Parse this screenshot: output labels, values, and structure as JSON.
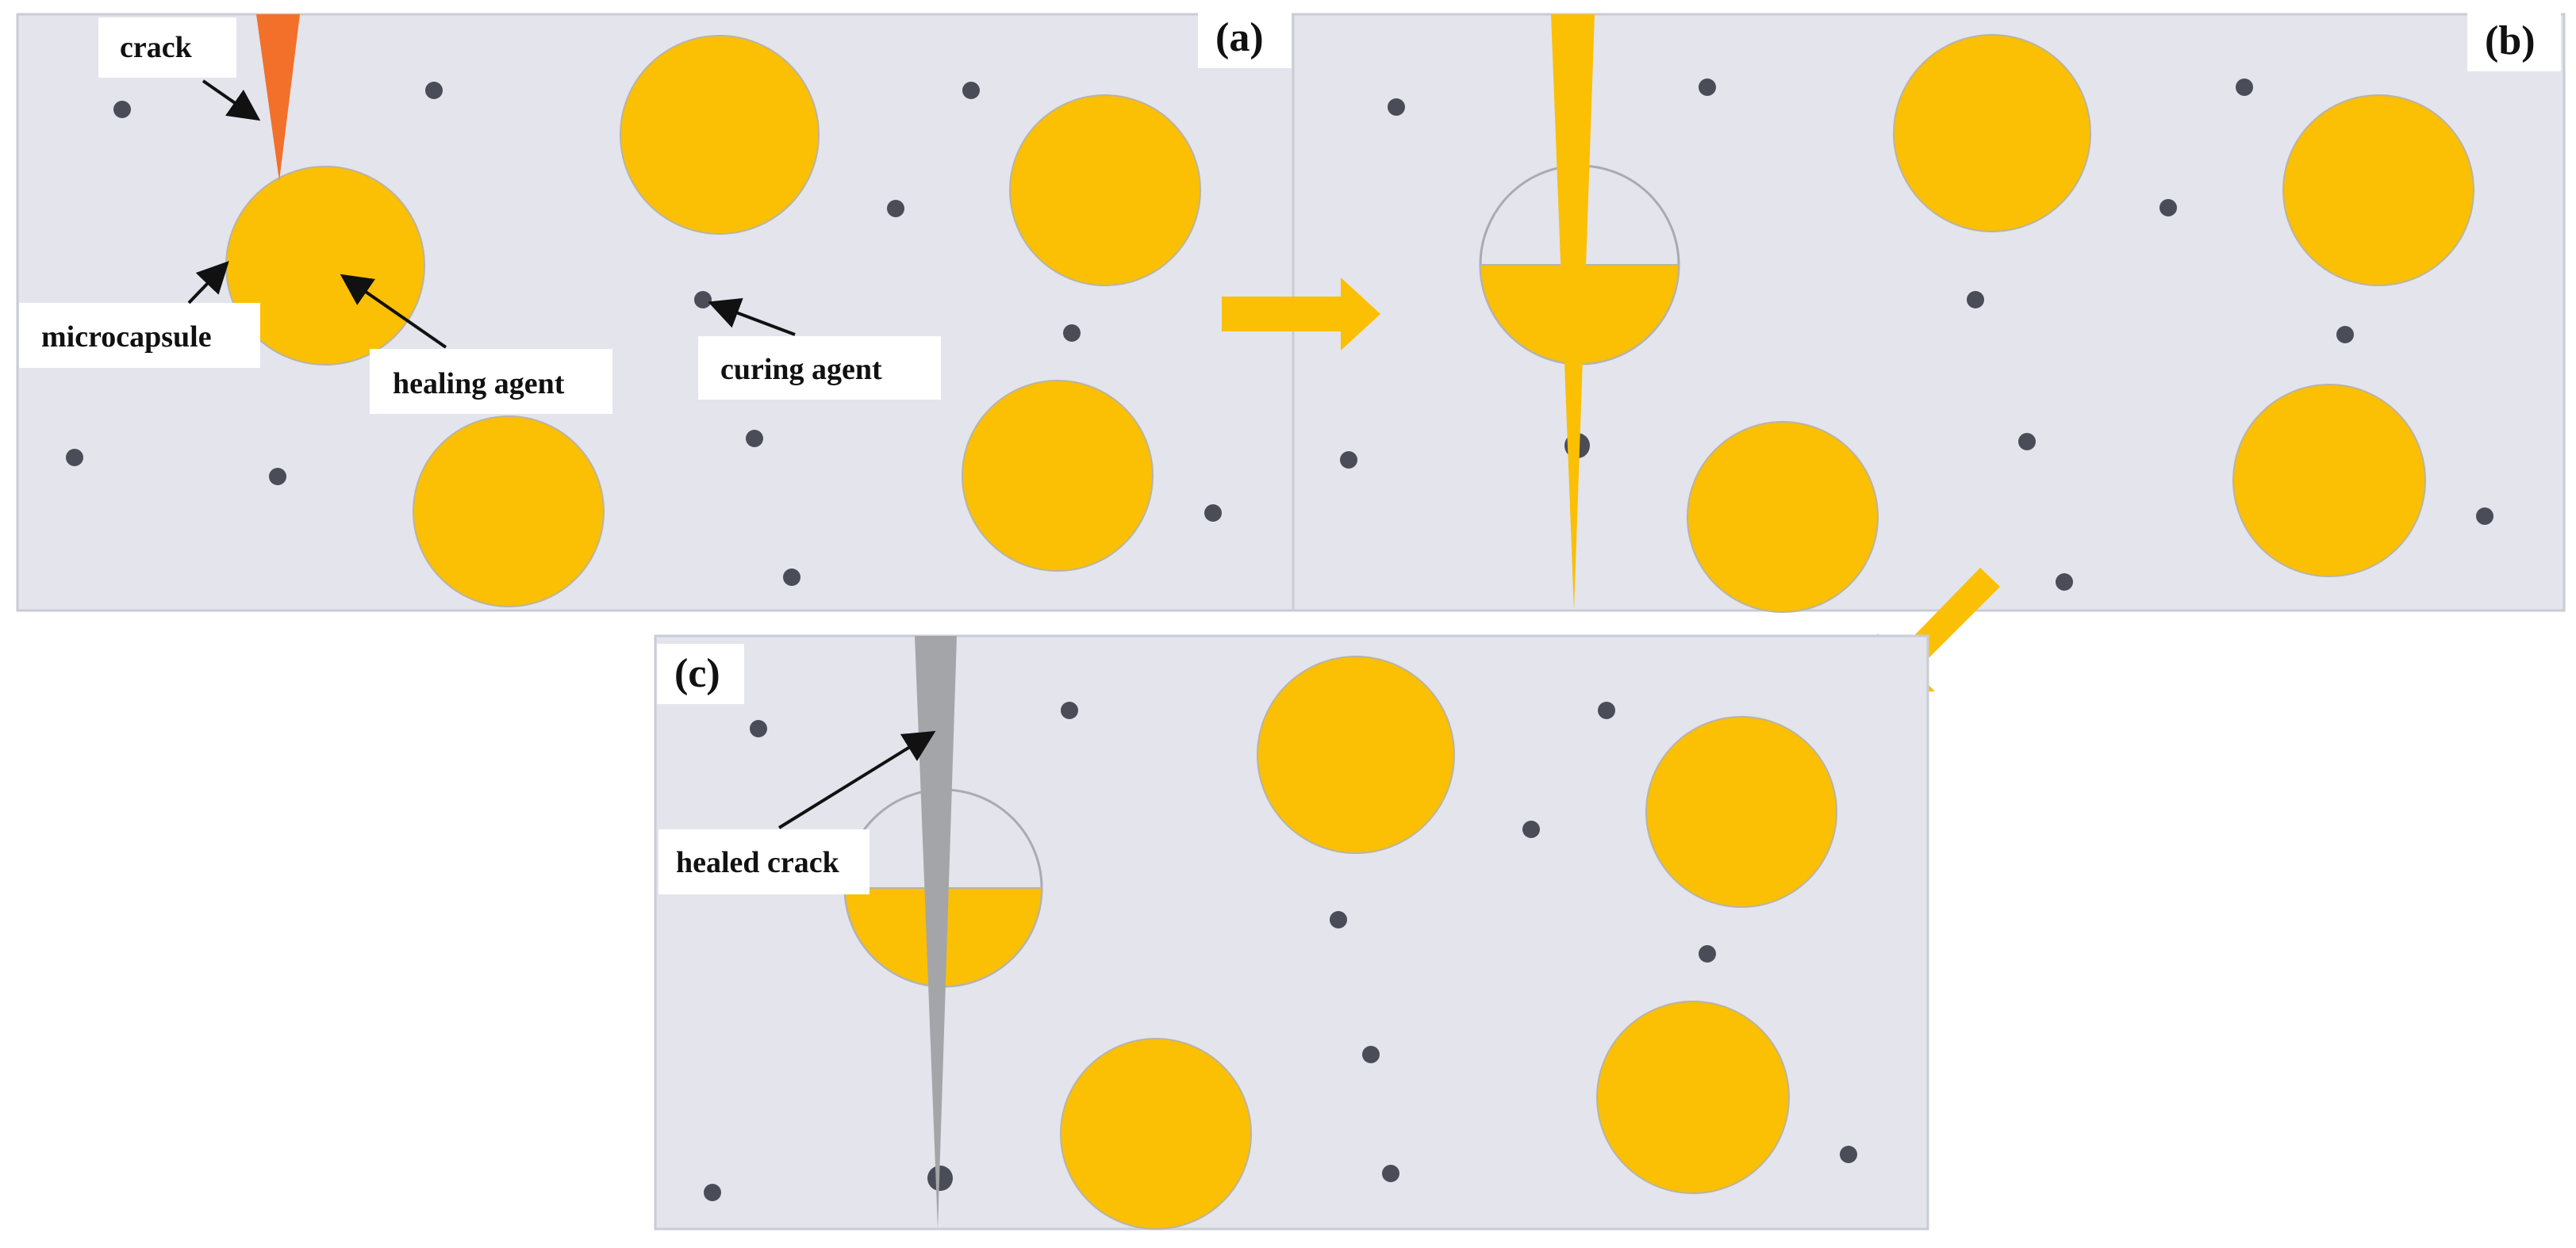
{
  "panels": {
    "a": {
      "tag": "(a)"
    },
    "b": {
      "tag": "(b)"
    },
    "c": {
      "tag": "(c)"
    }
  },
  "labels": {
    "crack": "crack",
    "microcapsule": "microcapsule",
    "healing_agent": "healing agent",
    "curing_agent": "curing agent",
    "healed_crack": "healed crack"
  },
  "colors": {
    "matrix": "#e3e4ec",
    "capsule": "#fbbf04",
    "crack": "#f2702a",
    "healed_crack": "#a4a5a8",
    "curing_agent": "#4a4d57",
    "flow_arrow": "#fbbf04"
  }
}
